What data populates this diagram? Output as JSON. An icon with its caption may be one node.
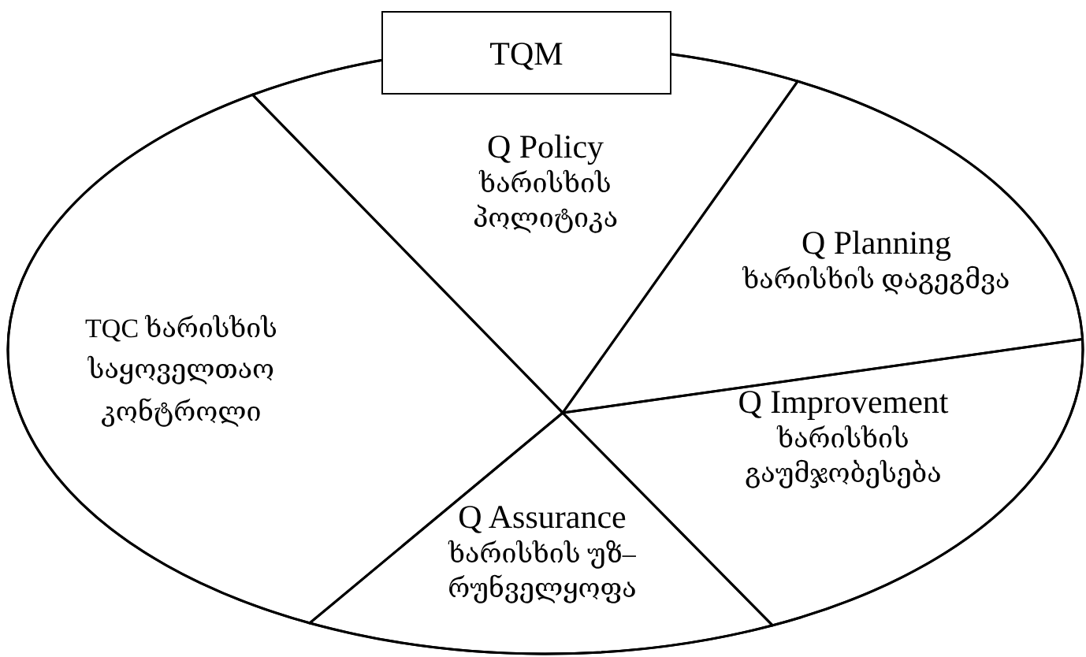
{
  "diagram": {
    "nodes": [
      {
        "text": [
          "TQM"
        ]
      },
      {
        "text": [],
        "shape": "ellipse"
      },
      {
        "text": [
          "Q Policy",
          "ხარისხის პოლიტიკა"
        ],
        "in": 1
      },
      {
        "text": [
          "Q Planning",
          "ხარისხის დაგეგმვა"
        ],
        "in": 1
      },
      {
        "text": [
          "Q Improvement",
          "ხარისხის გაუმჯობესება"
        ],
        "in": 1
      },
      {
        "text": [
          "Q Assurance",
          "ხარისხის უზ– რუნველყოფა"
        ],
        "in": 1
      },
      {
        "text": [
          "TQC ხარისხის საყოველთაო კონტროლი"
        ],
        "in": 1
      }
    ]
  }
}
